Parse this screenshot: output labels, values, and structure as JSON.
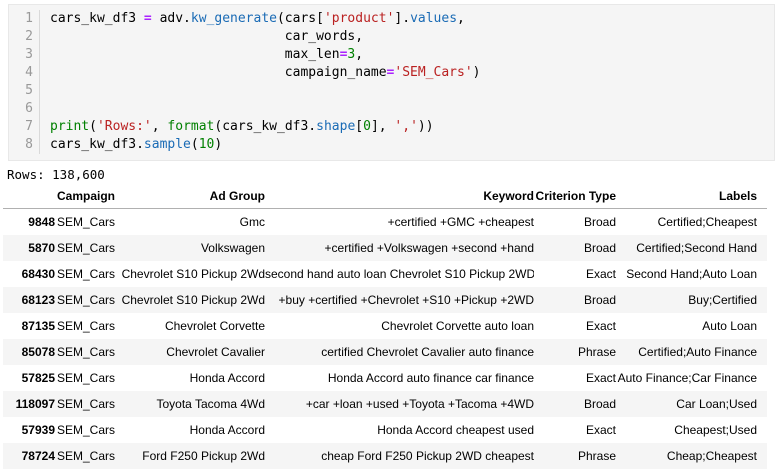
{
  "colors": {
    "c-op": "#AA22FF",
    "c-func": "#1a6bb5",
    "c-str": "#BA2121",
    "c-num": "#008000",
    "c-builtin": "#008000",
    "c-linenum": "#999999",
    "c-cellbg": "#f5f5f5",
    "c-stripe": "#f5f5f5",
    "c-headerline": "#b0b0b0"
  },
  "code_cell": {
    "lines": [
      {
        "no": "1",
        "tokens": [
          {
            "t": "cars_kw_df3 ",
            "c": "plain"
          },
          {
            "t": "=",
            "c": "op"
          },
          {
            "t": " adv.",
            "c": "plain"
          },
          {
            "t": "kw_generate",
            "c": "func"
          },
          {
            "t": "(cars[",
            "c": "plain"
          },
          {
            "t": "'product'",
            "c": "str"
          },
          {
            "t": "].",
            "c": "plain"
          },
          {
            "t": "values",
            "c": "func"
          },
          {
            "t": ",",
            "c": "plain"
          }
        ]
      },
      {
        "no": "2",
        "tokens": [
          {
            "t": "                              car_words,",
            "c": "plain"
          }
        ]
      },
      {
        "no": "3",
        "tokens": [
          {
            "t": "                              max_len",
            "c": "plain"
          },
          {
            "t": "=",
            "c": "op"
          },
          {
            "t": "3",
            "c": "num"
          },
          {
            "t": ",",
            "c": "plain"
          }
        ]
      },
      {
        "no": "4",
        "tokens": [
          {
            "t": "                              campaign_name",
            "c": "plain"
          },
          {
            "t": "=",
            "c": "op"
          },
          {
            "t": "'SEM_Cars'",
            "c": "str"
          },
          {
            "t": ")",
            "c": "plain"
          }
        ]
      },
      {
        "no": "5",
        "tokens": []
      },
      {
        "no": "6",
        "tokens": []
      },
      {
        "no": "7",
        "tokens": [
          {
            "t": "print",
            "c": "builtin"
          },
          {
            "t": "(",
            "c": "plain"
          },
          {
            "t": "'Rows:'",
            "c": "str"
          },
          {
            "t": ", ",
            "c": "plain"
          },
          {
            "t": "format",
            "c": "builtin"
          },
          {
            "t": "(cars_kw_df3.",
            "c": "plain"
          },
          {
            "t": "shape",
            "c": "func"
          },
          {
            "t": "[",
            "c": "plain"
          },
          {
            "t": "0",
            "c": "num"
          },
          {
            "t": "], ",
            "c": "plain"
          },
          {
            "t": "','",
            "c": "str"
          },
          {
            "t": "))",
            "c": "plain"
          }
        ]
      },
      {
        "no": "8",
        "tokens": [
          {
            "t": "cars_kw_df3.",
            "c": "plain"
          },
          {
            "t": "sample",
            "c": "func"
          },
          {
            "t": "(",
            "c": "plain"
          },
          {
            "t": "10",
            "c": "num"
          },
          {
            "t": ")",
            "c": "plain"
          }
        ]
      }
    ]
  },
  "output": {
    "stream_text": "Rows: 138,600"
  },
  "table": {
    "index_header": "",
    "columns": [
      "Campaign",
      "Ad Group",
      "Keyword",
      "Criterion Type",
      "Labels"
    ],
    "rows": [
      {
        "index": "9848",
        "cells": [
          "SEM_Cars",
          "Gmc",
          "+certified +GMC +cheapest",
          "Broad",
          "Certified;Cheapest"
        ]
      },
      {
        "index": "5870",
        "cells": [
          "SEM_Cars",
          "Volkswagen",
          "+certified +Volkswagen +second +hand",
          "Broad",
          "Certified;Second Hand"
        ]
      },
      {
        "index": "68430",
        "cells": [
          "SEM_Cars",
          "Chevrolet S10 Pickup 2Wd",
          "second hand auto loan Chevrolet S10 Pickup 2WD",
          "Exact",
          "Second Hand;Auto Loan"
        ]
      },
      {
        "index": "68123",
        "cells": [
          "SEM_Cars",
          "Chevrolet S10 Pickup 2Wd",
          "+buy +certified +Chevrolet +S10 +Pickup +2WD",
          "Broad",
          "Buy;Certified"
        ]
      },
      {
        "index": "87135",
        "cells": [
          "SEM_Cars",
          "Chevrolet Corvette",
          "Chevrolet Corvette auto loan",
          "Exact",
          "Auto Loan"
        ]
      },
      {
        "index": "85078",
        "cells": [
          "SEM_Cars",
          "Chevrolet Cavalier",
          "certified Chevrolet Cavalier auto finance",
          "Phrase",
          "Certified;Auto Finance"
        ]
      },
      {
        "index": "57825",
        "cells": [
          "SEM_Cars",
          "Honda Accord",
          "Honda Accord auto finance car finance",
          "Exact",
          "Auto Finance;Car Finance"
        ]
      },
      {
        "index": "118097",
        "cells": [
          "SEM_Cars",
          "Toyota Tacoma 4Wd",
          "+car +loan +used +Toyota +Tacoma +4WD",
          "Broad",
          "Car Loan;Used"
        ]
      },
      {
        "index": "57939",
        "cells": [
          "SEM_Cars",
          "Honda Accord",
          "Honda Accord cheapest used",
          "Exact",
          "Cheapest;Used"
        ]
      },
      {
        "index": "78724",
        "cells": [
          "SEM_Cars",
          "Ford F250 Pickup 2Wd",
          "cheap Ford F250 Pickup 2WD cheapest",
          "Phrase",
          "Cheap;Cheapest"
        ]
      }
    ]
  }
}
